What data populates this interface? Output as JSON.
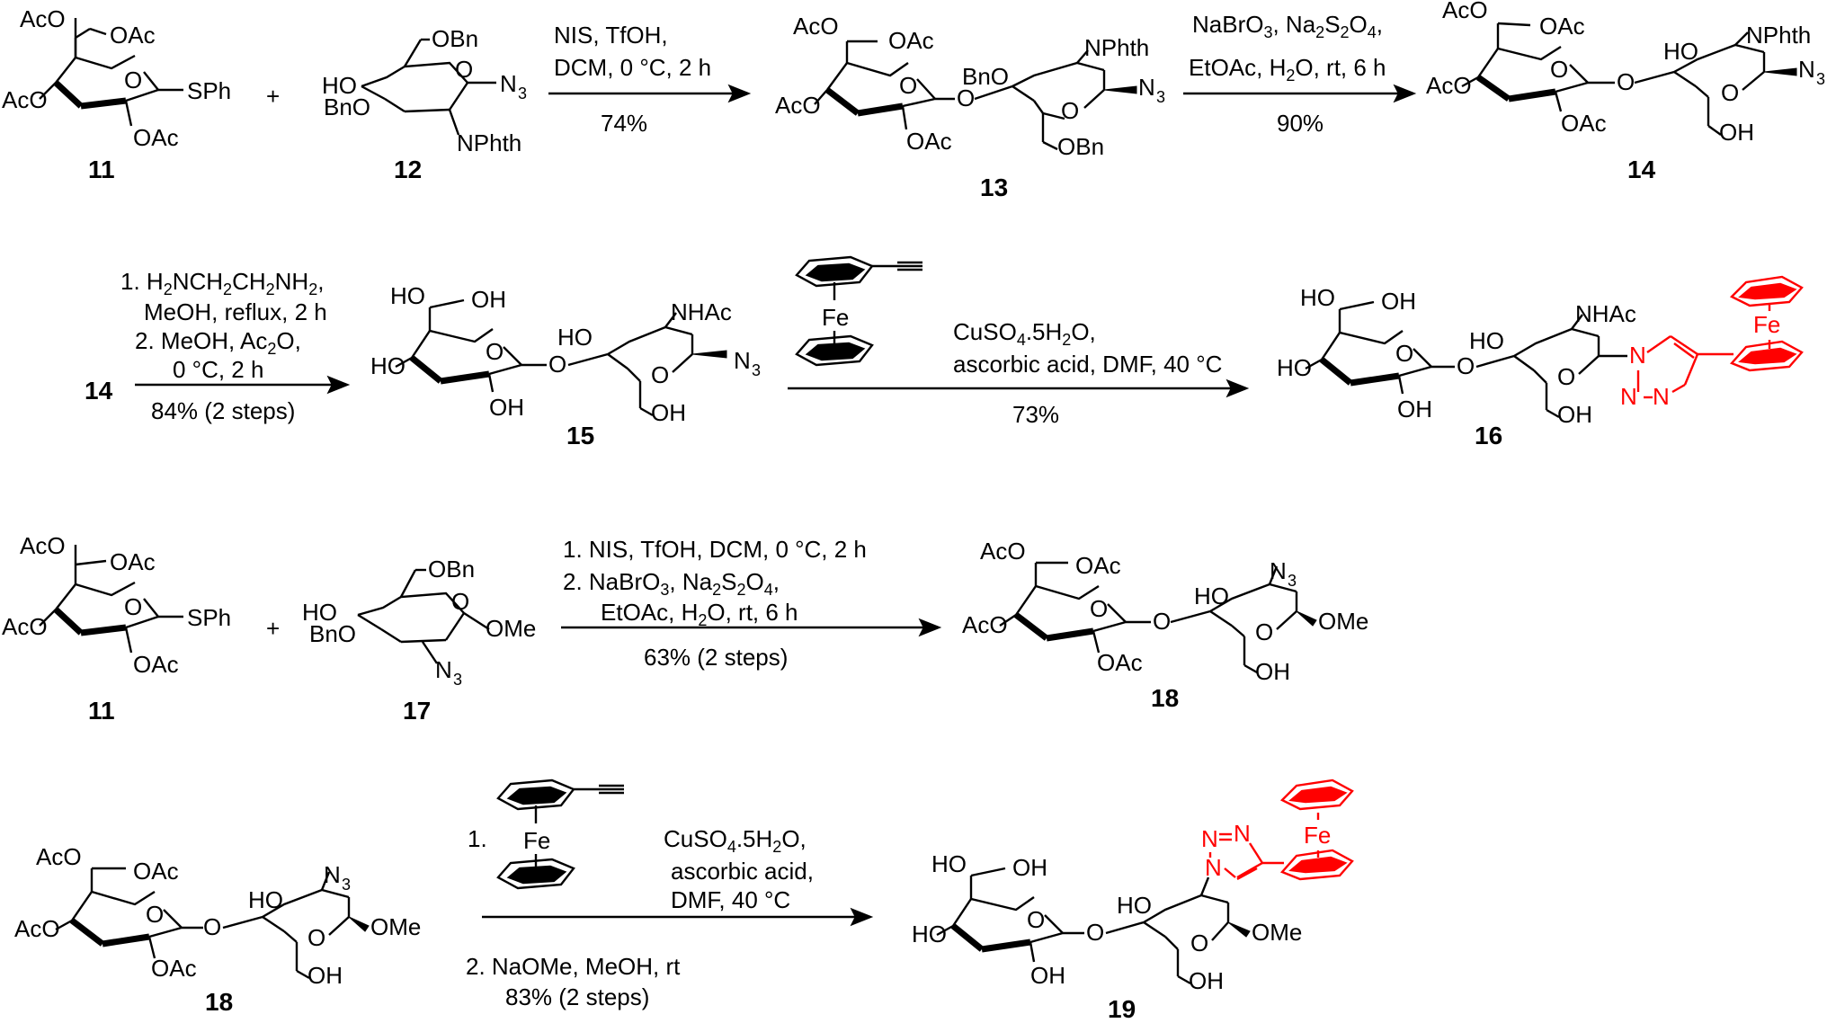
{
  "labels": {
    "OAc": "OAc",
    "AcO": "AcO",
    "SPh": "SPh",
    "OBn": "OBn",
    "HO": "HO",
    "BnO": "BnO",
    "N3": "N",
    "N3_sub": "3",
    "NPhth": "NPhth",
    "NHAc": "NHAc",
    "OH": "OH",
    "O": "O",
    "OMe": "OMe",
    "Me": "Me",
    "Fe": "Fe",
    "N": "N",
    "plus": "+"
  },
  "compounds": {
    "c11": "11",
    "c12": "12",
    "c13": "13",
    "c14": "14",
    "c15": "15",
    "c16": "16",
    "c17": "17",
    "c18": "18",
    "c19": "19"
  },
  "colors": {
    "ink": "#000000",
    "ferrocene_triazole": "#ff0000"
  },
  "steps": [
    {
      "id": "step1",
      "conditions": [
        "NIS, TfOH,",
        "DCM, 0 °C, 2 h"
      ],
      "yield": "74%"
    },
    {
      "id": "step2",
      "conditions": [
        "NaBrO3, Na2S2O4,",
        "EtOAc, H2O, rt,  6 h"
      ],
      "yield": "90%"
    },
    {
      "id": "step3",
      "conditions": [
        "1. H2NCH2CH2NH2,",
        "MeOH, reflux, 2 h",
        "2. MeOH, Ac2O,",
        "0 °C, 2 h"
      ],
      "yield": "84% (2 steps)"
    },
    {
      "id": "step4",
      "conditions": [
        "CuSO4.5H2O,",
        "ascorbic acid, DMF, 40 °C"
      ],
      "yield": "73%"
    },
    {
      "id": "step5",
      "conditions": [
        "1. NIS, TfOH, DCM, 0 °C, 2 h",
        "2. NaBrO3, Na2S2O4,",
        "EtOAc, H2O, rt, 6 h"
      ],
      "yield": "63% (2 steps)"
    },
    {
      "id": "step6",
      "conditions": [
        "1.",
        "CuSO4.5H2O,",
        "ascorbic acid,",
        "DMF, 40 °C",
        "2. NaOMe, MeOH, rt"
      ],
      "yield": "83% (2 steps)"
    }
  ]
}
